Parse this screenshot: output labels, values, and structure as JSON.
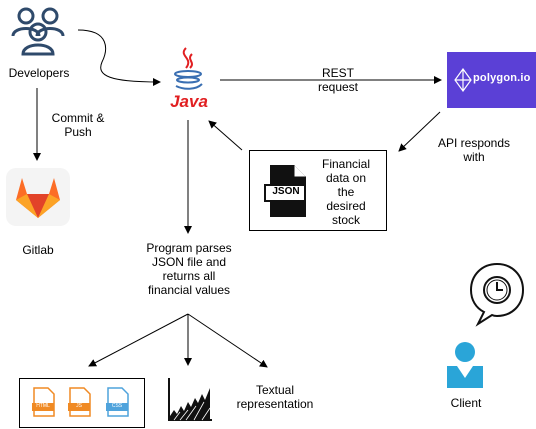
{
  "nodes": {
    "developers": {
      "label": "Developers",
      "icon": "users-icon"
    },
    "java": {
      "label": "Java",
      "icon": "java-logo-icon",
      "color": "#e11f21"
    },
    "polygon": {
      "label": "polygon.io",
      "icon": "polygon-logo-icon",
      "bg": "#5b40d6"
    },
    "gitlab": {
      "label": "Gitlab",
      "icon": "gitlab-logo-icon"
    },
    "json_data": {
      "label": "Financial\ndata on\nthe\ndesired\nstock",
      "icon_text": "JSON",
      "icon": "json-file-icon"
    },
    "client": {
      "label": "Client",
      "icon": "user-icon",
      "accent": "#2aa5d8"
    },
    "clock": {
      "icon": "clock-speech-bubble-icon"
    },
    "files": {
      "icons": [
        "html-file-icon",
        "js-file-icon",
        "css-file-icon"
      ],
      "texts": [
        "HTML",
        "JS",
        "CSS"
      ]
    },
    "chart": {
      "icon": "stock-chart-icon"
    },
    "textual": {
      "label": "Textual\nrepresentation"
    }
  },
  "edges": {
    "rest_request": "REST\nrequest",
    "api_responds": "API responds\nwith",
    "commit_push": "Commit &\nPush",
    "program_parses": "Program parses\nJSON file and\nreturns all\nfinancial values"
  }
}
